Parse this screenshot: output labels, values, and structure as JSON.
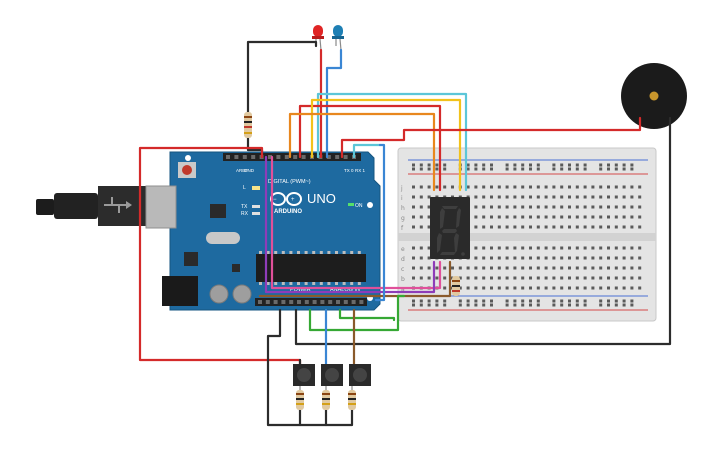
{
  "board": {
    "brand": "ARDUINO",
    "model": "UNO",
    "digital_header": "DIGITAL (PWM~)",
    "power_header": "POWER",
    "analog_header": "ANALOG IN",
    "on_label": "ON",
    "led_l": "L",
    "led_tx": "TX",
    "led_rx": "RX",
    "aref": "AREF",
    "gnd": "GND",
    "tx0": "TX 0",
    "rx1": "RX 1"
  },
  "breadboard": {
    "row_letters_top": [
      "j",
      "i",
      "h",
      "g",
      "f"
    ],
    "row_letters_bottom": [
      "e",
      "d",
      "c",
      "b",
      "a"
    ]
  },
  "display": {
    "digit": "8"
  },
  "colors": {
    "board": "#1e6aa0",
    "breadboard": "#e6e6e6",
    "wire_red": "#d42a2a",
    "wire_black": "#2c2c2c",
    "wire_yellow": "#f2c21b",
    "wire_orange": "#e8871e",
    "wire_cyan": "#5cc6d8",
    "wire_blue": "#3a86d4",
    "wire_green": "#36a834",
    "wire_purple": "#8e3cb8",
    "wire_brown": "#8a5a2b",
    "wire_pink": "#e0509a"
  }
}
